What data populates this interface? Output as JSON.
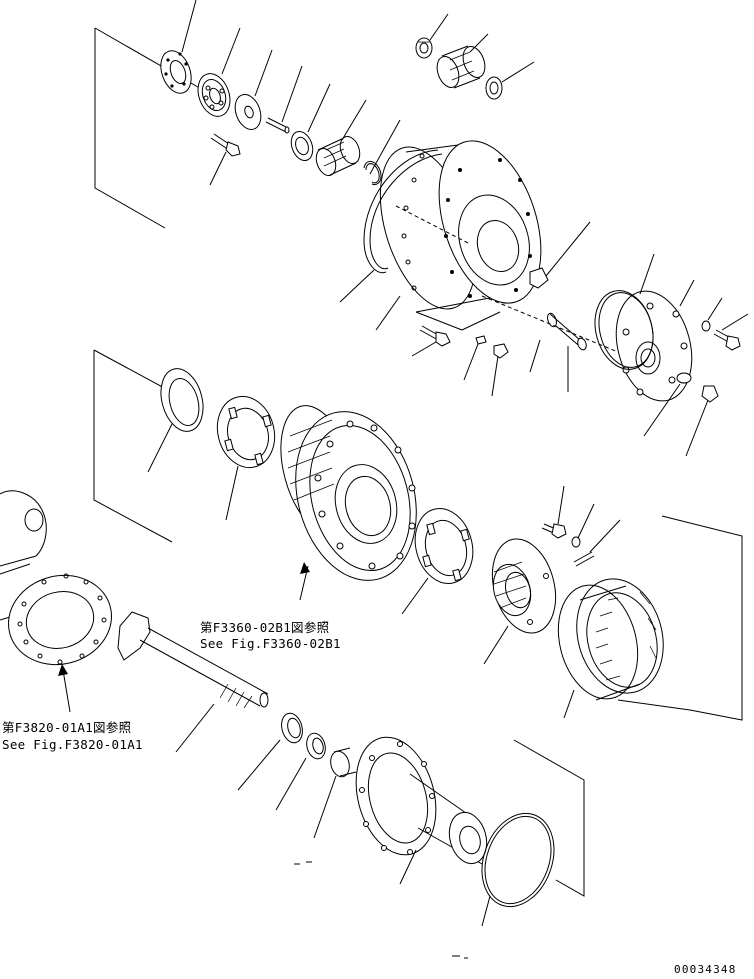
{
  "references": [
    {
      "jp": "第F3360-02B1図参照",
      "en": "See Fig.F3360-02B1"
    },
    {
      "jp": "第F3820-01A1図参照",
      "en": "See Fig.F3820-01A1"
    }
  ],
  "drawing_number": "00034348",
  "colors": {
    "ink": "#000000",
    "paper": "#ffffff"
  }
}
